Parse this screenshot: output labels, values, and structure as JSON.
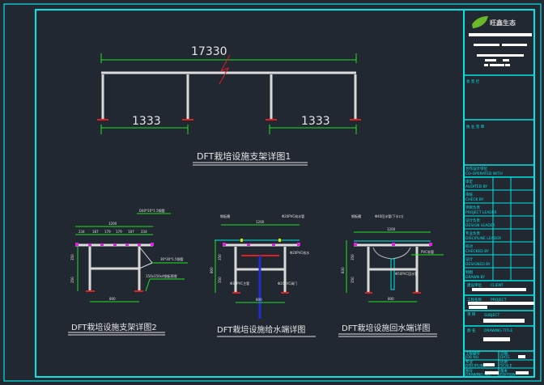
{
  "drawing1": {
    "title": "DFT栽培设施支架详图1",
    "overall_dim": "17330",
    "left_span": "1333",
    "right_span": "1333"
  },
  "drawing2": {
    "title": "DFT栽培设施支架详图2",
    "width": "1200",
    "segments": [
      "234",
      "187",
      "179",
      "179",
      "187",
      "234"
    ],
    "h_top": "350",
    "h_bottom": "350",
    "base": "800",
    "label_pipe": "D40*20*1.5钢管",
    "label_brace": "30*30*1.5钢管",
    "label_plate": "150x150x4钢板预埋"
  },
  "drawing3": {
    "title": "DFT栽培设施给水端详图",
    "width": "1200",
    "total_h": "800",
    "h_top": "350",
    "h_bottom": "350",
    "base": "800",
    "label_left": "钢板槽",
    "label_right": "Φ20PVC给水管",
    "label_mid": "Φ20PVC给水",
    "label_l2": "Φ32PVC主管",
    "label_r2": "Φ20PVC阀门"
  },
  "drawing4": {
    "title": "DFT栽培设施回水端详图",
    "width": "1200",
    "total_h": "830",
    "h_top": "350",
    "h_bottom": "350",
    "base": "800",
    "label_left": "钢板槽",
    "label_top": "Φ40回水管(下水口)",
    "label_pvc": "PVC软管",
    "label_main": "Φ50PVC回水管"
  },
  "titleblock": {
    "company": "旺鑫生态",
    "sec1": "会 签 栏",
    "sec2": "执 业 签 章",
    "coop_cn": "合作设计单位",
    "coop_en": "CO-OPERATED WITH",
    "rows": [
      {
        "cn": "审定",
        "en": "AUDITED BY"
      },
      {
        "cn": "审核",
        "en": "CHECK BY"
      },
      {
        "cn": "项目负责",
        "en": "PROJECT LEADER"
      },
      {
        "cn": "设计负责",
        "en": "DESIGN LEADER"
      },
      {
        "cn": "专业负责",
        "en": "DISCIPLINE LEADER"
      },
      {
        "cn": "校对",
        "en": "CHECKED BY"
      },
      {
        "cn": "设计",
        "en": "DESIGNED BY"
      },
      {
        "cn": "制图",
        "en": "DRAWN BY"
      }
    ],
    "client_cn": "建设单位",
    "client_en": "CLIENT",
    "project_cn": "工程名称",
    "project_en": "PROJECT",
    "subject_cn": "项  目",
    "subject_en": "SUBJECT",
    "title_cn": "图  名",
    "title_en": "DRAWING TITLE",
    "bottom": [
      {
        "cn": "工程编号",
        "en": "JOB NO."
      },
      {
        "cn": "日期",
        "en": "DATE"
      },
      {
        "cn": "专业",
        "en": "DISCIPLINE"
      },
      {
        "cn": "比例",
        "en": "SCALE"
      },
      {
        "cn": "图号",
        "en": "DRAWING NO."
      },
      {
        "cn": "版本",
        "en": "EDITION"
      }
    ]
  }
}
